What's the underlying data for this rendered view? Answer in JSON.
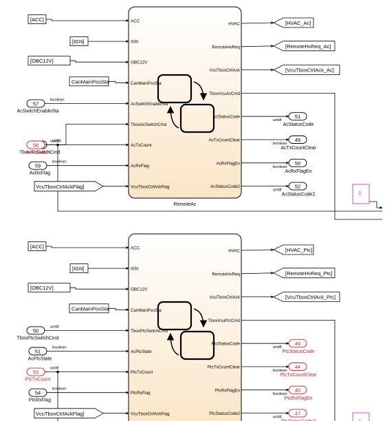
{
  "colors": {
    "line": "#000000",
    "block_fill_top": "#ffffff",
    "block_fill_bottom": "#fbe5c6",
    "red": "#e0202a",
    "magenta": "#d040c0"
  },
  "blocks": [
    {
      "id": "remoteac",
      "name": "RemoteAc",
      "inputs": [
        "ACC",
        "IGN",
        "OBC12V",
        "CanMainPosSta",
        "AcSwitchEnableSta",
        "TboxAcSwitchCmd",
        "AcTxCount",
        "AcRxFlag",
        "VcuTboxCtrlAckFlag"
      ],
      "outputs": [
        "HVAC",
        "RemoteHvReq",
        "VcuTboxCtrlAck",
        "TboxVcuAcCmd",
        "AcStatusCode",
        "AcTxCountClear",
        "AcRxFlagEn",
        "AcStatusCode2"
      ],
      "from_tags": [
        "[ACC]",
        "[IGN]",
        "[OBC12V]",
        "CanMainPosSta",
        "VcuTboxCtrlAckFlag]"
      ],
      "goto_tags": [
        "[HVAC_Ac]",
        "[RemoteHvReq_Ac]",
        "[VcuTboxCtrlAck_Ac]"
      ],
      "in_ports": [
        {
          "num": "57",
          "name": "AcSwitchEnableSta",
          "type": "boolean",
          "red": false
        },
        {
          "num": "56",
          "name": "TboxAcSwitchCmd",
          "type": "uint8",
          "red": false
        },
        {
          "num": "58",
          "name": "AcTxCount",
          "type": "uint8",
          "red": true
        },
        {
          "num": "59",
          "name": "AcRxFlag",
          "type": "boolean",
          "red": false
        }
      ],
      "out_ports": [
        {
          "num": "51",
          "name": "AcStatusCode",
          "type": "uint8",
          "red": false
        },
        {
          "num": "49",
          "name": "AcTxCountClear",
          "type": "boolean",
          "red": false
        },
        {
          "num": "50",
          "name": "AcRxFlagEn",
          "type": "boolean",
          "red": false
        },
        {
          "num": "52",
          "name": "AcStatusCode2",
          "type": "uint8",
          "red": false
        }
      ],
      "subsystem_num": "3"
    },
    {
      "id": "remoteptc",
      "name": "",
      "inputs": [
        "ACC",
        "IGN",
        "OBC12V",
        "CanMainPosSta",
        "TboxPtcSwitchCmd",
        "AcPtcState",
        "PtcTxCount",
        "PtcRxFlag",
        "VcuTboxCtrlAckFlag"
      ],
      "outputs": [
        "HVAC",
        "RemoteHvReq",
        "VcuTboxCtrlAck",
        "TboxVcuPtcCmd",
        "PtcStatusCode",
        "PtcTxCountClear",
        "PtcRxFlagEn",
        "PtcStatusCode2"
      ],
      "from_tags": [
        "[ACC]",
        "[IGN]",
        "[OBC12V]",
        "CanMainPosSta",
        "VcuTboxCtrlAckFlag]"
      ],
      "goto_tags": [
        "[HVAC_Ptc]",
        "[RemoteHvReq_Ptc]",
        "[VcuTboxCtrlAck_Ptc]"
      ],
      "in_ports": [
        {
          "num": "50",
          "name": "TboxPtcSwitchCmd",
          "type": "uint8",
          "red": false
        },
        {
          "num": "51",
          "name": "AcPtcState",
          "type": "boolean",
          "red": false
        },
        {
          "num": "53",
          "name": "PtcTxCount",
          "type": "uint8",
          "red": true
        },
        {
          "num": "54",
          "name": "PtcRxFlag",
          "type": "boolean",
          "red": false
        }
      ],
      "out_ports": [
        {
          "num": "46",
          "name": "PtcStatusCode",
          "type": "uint8",
          "red": true
        },
        {
          "num": "44",
          "name": "PtcTxCountClear",
          "type": "boolean",
          "red": true
        },
        {
          "num": "45",
          "name": "PtcRxFlagEn",
          "type": "boolean",
          "red": true
        },
        {
          "num": "47",
          "name": "PtcStatusCode2",
          "type": "uint8",
          "red": true
        }
      ],
      "subsystem_num": "3"
    }
  ]
}
